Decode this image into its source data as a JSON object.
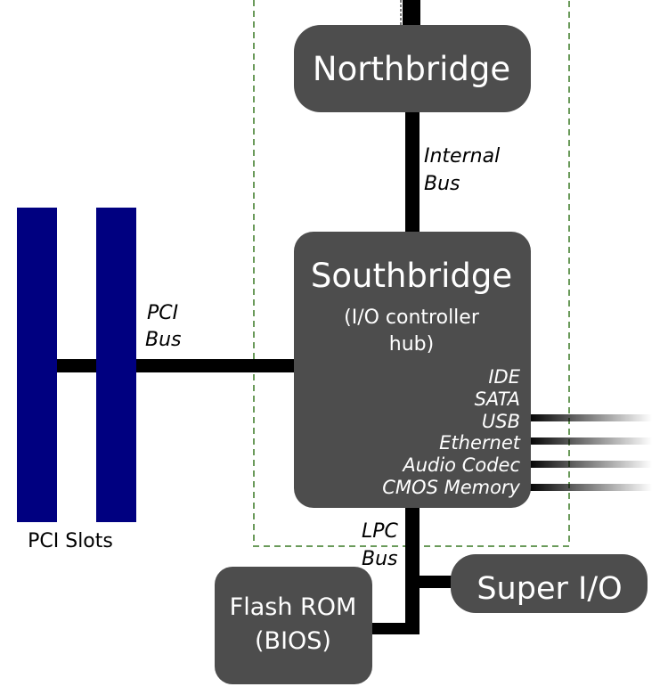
{
  "colors": {
    "chip_fill": "#4d4d4d",
    "slot_fill": "#000080",
    "bus_line": "#000000",
    "chipset_boundary": "#6a9a5a",
    "text_on_chip": "#ffffff"
  },
  "chips": {
    "northbridge": {
      "title": "Northbridge"
    },
    "southbridge": {
      "title": "Southbridge",
      "subtitle_line1": "(I/O controller",
      "subtitle_line2": "hub)",
      "ports": [
        "IDE",
        "SATA",
        "USB",
        "Ethernet",
        "Audio Codec",
        "CMOS Memory"
      ]
    },
    "flash_rom": {
      "line1": "Flash ROM",
      "line2": "(BIOS)"
    },
    "super_io": {
      "title": "Super I/O"
    }
  },
  "buses": {
    "internal": {
      "line1": "Internal",
      "line2": "Bus"
    },
    "pci": {
      "line1": "PCI",
      "line2": "Bus"
    },
    "lpc": {
      "line1": "LPC",
      "line2": "Bus"
    }
  },
  "pci_slots": {
    "label": "PCI Slots",
    "count": 2
  }
}
